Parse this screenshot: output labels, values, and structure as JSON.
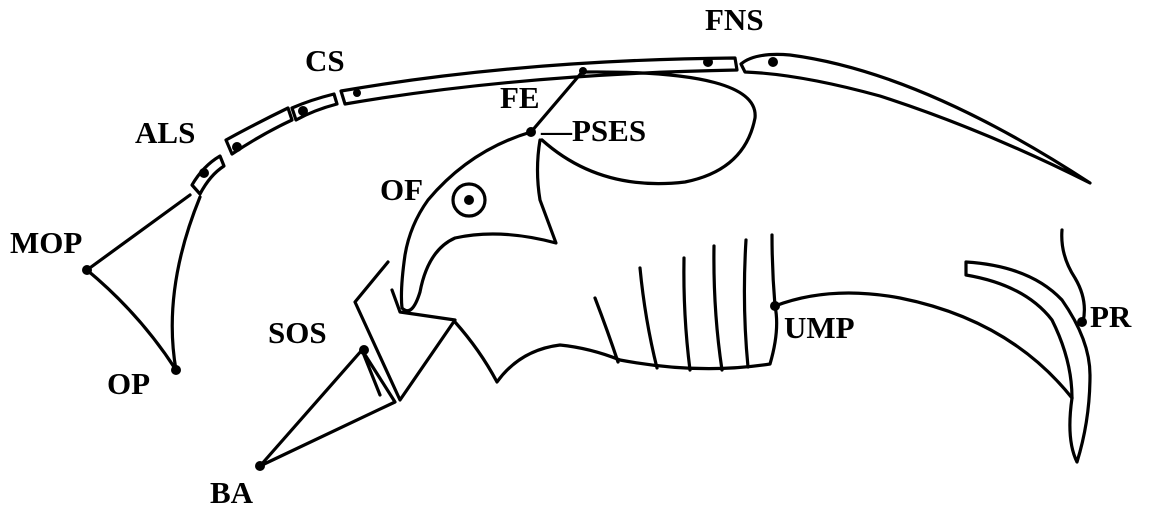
{
  "labels": {
    "fns": "FNS",
    "cs": "CS",
    "fe": "FE",
    "pses": "—PSES",
    "als": "ALS",
    "of": "OF",
    "mop": "MOP",
    "sos": "SOS",
    "op": "OP",
    "ump": "UMP",
    "pr": "PR",
    "ba": "BA"
  }
}
